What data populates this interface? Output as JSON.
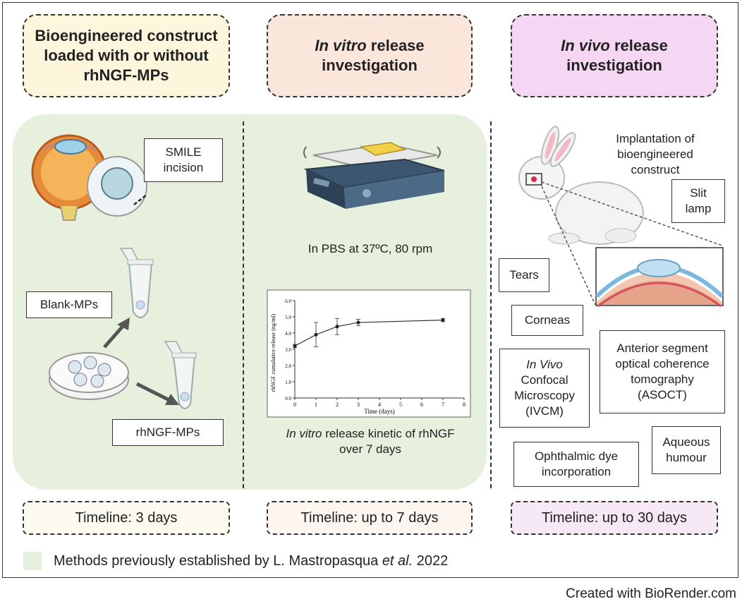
{
  "headers": {
    "left": [
      "Bioengineered construct",
      "loaded with or without",
      "rhNGF-MPs"
    ],
    "middle": {
      "italic": "In vitro",
      "rest": " release",
      "line2": "investigation"
    },
    "right": {
      "italic": "In vivo",
      "rest": " release",
      "line2": "investigation"
    }
  },
  "left_panel": {
    "smile": [
      "SMILE",
      "incision"
    ],
    "blank_mps": "Blank-MPs",
    "rhngf_mps": "rhNGF-MPs"
  },
  "middle_panel": {
    "pbs_text": "In PBS at 37ºC, 80 rpm",
    "caption_italic": "In vitro",
    "caption_rest": " release kinetic of rhNGF",
    "caption_line2": "over 7 days"
  },
  "right_panel": {
    "implantation": [
      "Implantation of",
      "bioengineered",
      "construct"
    ],
    "slit_lamp": [
      "Slit",
      "lamp"
    ],
    "tears": "Tears",
    "corneas": "Corneas",
    "ivcm_italic": "In Vivo",
    "ivcm": [
      "Confocal",
      "Microscopy",
      "(IVCM)"
    ],
    "asoct": [
      "Anterior segment",
      "optical coherence",
      "tomography",
      "(ASOCT)"
    ],
    "aqueous": [
      "Aqueous",
      "humour"
    ],
    "dye": [
      "Ophthalmic dye",
      "incorporation"
    ]
  },
  "timelines": {
    "left": "Timeline: 3 days",
    "middle": "Timeline: up to 7 days",
    "right": "Timeline: up to 30 days"
  },
  "legend": {
    "text_before": "Methods previously established by L. Mastropasqua ",
    "text_italic": "et al.",
    "text_after": " 2022",
    "swatch_color": "#e6f0dc"
  },
  "footer": "Created with BioRender.com",
  "colors": {
    "header_left": "#fdf6dc",
    "header_middle": "#fbe6dc",
    "header_right": "#f5d6f3",
    "timeline_left": "#fdfaf0",
    "timeline_middle": "#fdf6f0",
    "timeline_right": "#f7e8f6",
    "panel_green": "#e6f0dc"
  },
  "chart_data": {
    "type": "line",
    "xlabel": "Time (days)",
    "ylabel": "rhNGF cumulative release (ng/ml)",
    "xlim": [
      0,
      8
    ],
    "ylim": [
      0,
      6
    ],
    "x_ticks": [
      0,
      1,
      2,
      3,
      4,
      5,
      6,
      7,
      8
    ],
    "y_ticks": [
      "0.0",
      "1.0",
      "2.0",
      "3.0",
      "4.0",
      "5.0",
      "6.0"
    ],
    "series": [
      {
        "x": [
          0,
          1,
          2,
          3,
          7
        ],
        "y": [
          3.2,
          3.9,
          4.4,
          4.65,
          4.8
        ],
        "err": [
          0.1,
          0.75,
          0.5,
          0.2,
          0.1
        ]
      }
    ]
  }
}
